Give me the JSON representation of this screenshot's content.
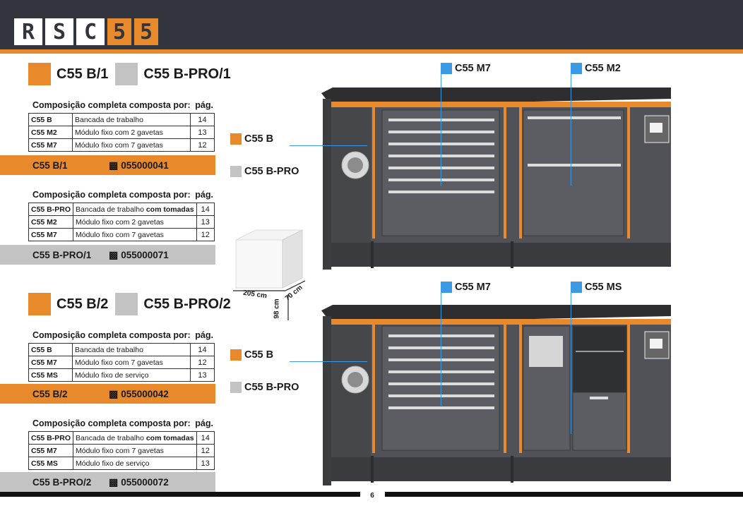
{
  "logo": {
    "letters": [
      "R",
      "S",
      "C",
      "5",
      "5"
    ]
  },
  "colors": {
    "accent": "#e8892b",
    "header": "#32353d",
    "grey": "#c3c3c3",
    "callout_blue": "#3c9ae4"
  },
  "set1": {
    "title_a": "C55 B/1",
    "title_b": "C55 B-PRO/1",
    "comp1": {
      "heading": "Composição completa composta por:",
      "page_label": "pág.",
      "rows": [
        {
          "code": "C55 B",
          "desc": "Bancada de trabalho",
          "page": "14"
        },
        {
          "code": "C55 M2",
          "desc": "Módulo fixo com 2 gavetas",
          "page": "13"
        },
        {
          "code": "C55 M7",
          "desc": "Módulo fixo com 7 gavetas",
          "page": "12"
        }
      ]
    },
    "bar1": {
      "code": "C55 B/1",
      "number": "055000041"
    },
    "comp2": {
      "heading": "Composição completa composta por:",
      "page_label": "pág.",
      "rows": [
        {
          "code": "C55 B-PRO",
          "desc": "Bancada de trabalho ",
          "desc_bold": "com tomadas",
          "page": "14"
        },
        {
          "code": "C55 M2",
          "desc": "Módulo fixo com 2 gavetas",
          "page": "13"
        },
        {
          "code": "C55 M7",
          "desc": "Módulo fixo com 7 gavetas",
          "page": "12"
        }
      ]
    },
    "bar2": {
      "code": "C55 B-PRO/1",
      "number": "055000071"
    }
  },
  "set2": {
    "title_a": "C55 B/2",
    "title_b": "C55 B-PRO/2",
    "comp1": {
      "heading": "Composição completa composta por:",
      "page_label": "pág.",
      "rows": [
        {
          "code": "C55 B",
          "desc": "Bancada de trabalho",
          "page": "14"
        },
        {
          "code": "C55 M7",
          "desc": "Módulo fixo com 7 gavetas",
          "page": "12"
        },
        {
          "code": "C55 MS",
          "desc": "Módulo fixo de serviço",
          "page": "13"
        }
      ]
    },
    "bar1": {
      "code": "C55 B/2",
      "number": "055000042"
    },
    "comp2": {
      "heading": "Composição completa composta por:",
      "page_label": "pág.",
      "rows": [
        {
          "code": "C55 B-PRO",
          "desc": "Bancada de trabalho ",
          "desc_bold": "com tomadas",
          "page": "14"
        },
        {
          "code": "C55 M7",
          "desc": "Módulo fixo com 7 gavetas",
          "page": "12"
        },
        {
          "code": "C55 MS",
          "desc": "Módulo fixo de serviço",
          "page": "13"
        }
      ]
    },
    "bar2": {
      "code": "C55 B-PRO/2",
      "number": "055000072"
    }
  },
  "dimensions": {
    "width": "205 cm",
    "depth": "70 cm",
    "height": "98 cm"
  },
  "bench1": {
    "callout_left": "C55 M7",
    "callout_right": "C55 M2",
    "callout_b": "C55 B",
    "callout_bpro": "C55 B-PRO"
  },
  "bench2": {
    "callout_left": "C55 M7",
    "callout_right": "C55 MS",
    "callout_b": "C55 B",
    "callout_bpro": "C55 B-PRO"
  },
  "page_number": "6"
}
